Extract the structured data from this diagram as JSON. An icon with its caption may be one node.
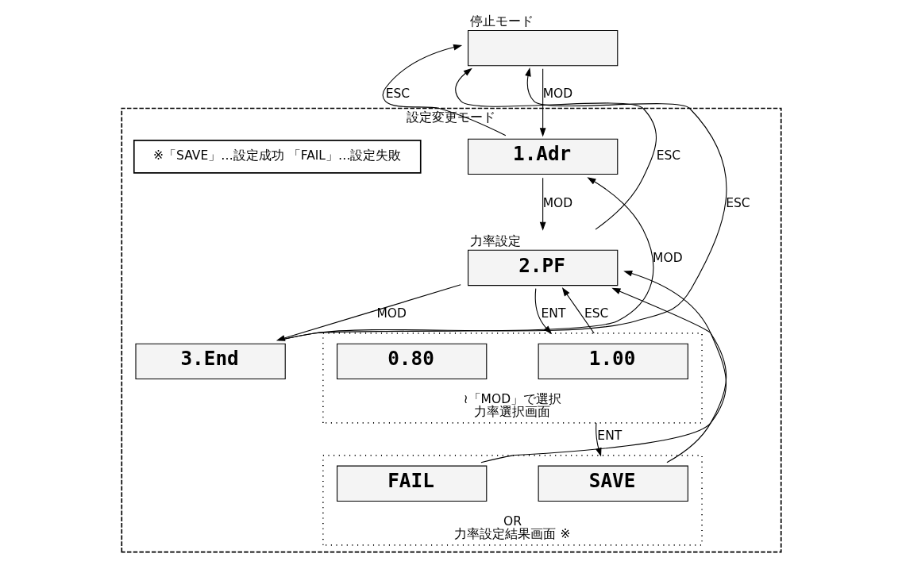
{
  "diagram": {
    "nodes": [
      {
        "text": [
          "設定変更モード"
        ]
      },
      {
        "text": [
          "停止モード"
        ]
      },
      {
        "text": [
          "1.Adr"
        ],
        "in": 0
      },
      {
        "text": [
          "力率設定",
          "2.PF"
        ],
        "in": 0
      },
      {
        "text": [
          "3.End"
        ],
        "in": 0
      },
      {
        "text": [
          "≀「MOD」で選択",
          "力率選択画面"
        ],
        "in": 0
      },
      {
        "text": [
          "1.00"
        ],
        "in": 5
      },
      {
        "text": [
          "0.80"
        ],
        "in": 5
      },
      {
        "text": [
          "OR",
          "力率設定結果画面 ※"
        ],
        "in": 0
      },
      {
        "text": [
          "SAVE"
        ],
        "in": 8
      },
      {
        "text": [
          "FAIL"
        ],
        "in": 8
      },
      {
        "text": [
          "※「SAVE」…設定成功 「FAIL」…設定失敗"
        ],
        "in": 0
      }
    ],
    "edges": [
      {
        "from": 1,
        "to": 2,
        "arrow": "to",
        "label": "MOD"
      },
      {
        "from": 2,
        "to": 1,
        "arrow": "to",
        "label": "ESC"
      },
      {
        "from": 2,
        "to": 3,
        "arrow": "to",
        "label": "MOD"
      },
      {
        "from": 3,
        "to": 4,
        "arrow": "to",
        "label": "MOD"
      },
      {
        "from": 4,
        "to": 2,
        "arrow": "to",
        "label": "MOD"
      },
      {
        "from": 3,
        "to": 1,
        "arrow": "to",
        "label": "ESC"
      },
      {
        "from": 4,
        "to": 1,
        "arrow": "to",
        "label": "ESC"
      },
      {
        "from": 3,
        "to": 5,
        "arrow": "to",
        "label": "ENT"
      },
      {
        "from": 5,
        "to": 3,
        "arrow": "to",
        "label": "ESC"
      },
      {
        "from": 5,
        "to": 8,
        "arrow": "to",
        "label": "ENT"
      },
      {
        "from": 9,
        "to": 3,
        "arrow": "to"
      },
      {
        "from": 10,
        "to": 3,
        "arrow": "to"
      }
    ]
  }
}
